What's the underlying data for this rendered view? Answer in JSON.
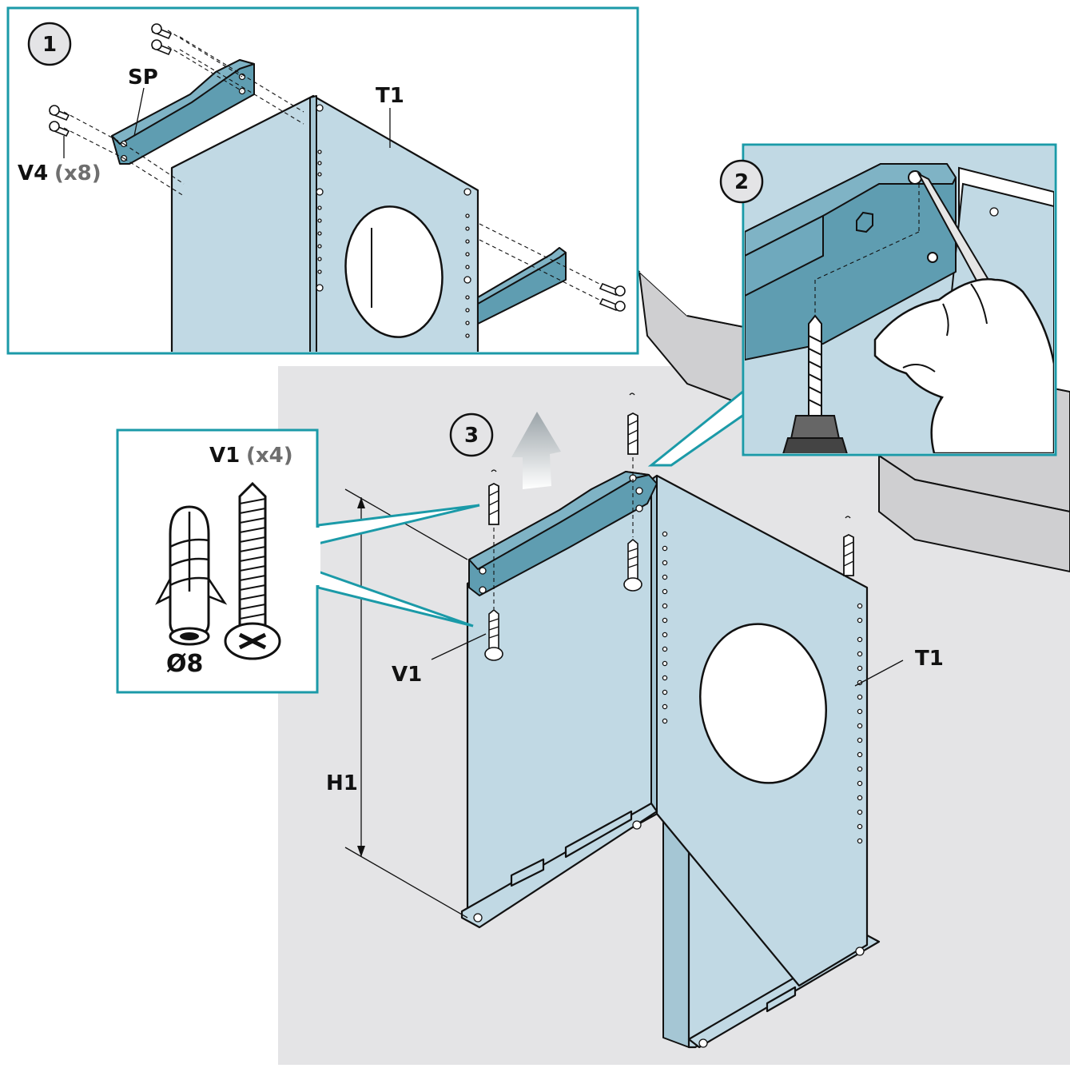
{
  "steps": {
    "step1": "1",
    "step2": "2",
    "step3": "3"
  },
  "labels": {
    "sp": "SP",
    "t1_top": "T1",
    "v4": "V4",
    "v4_qty": "(x8)",
    "v1_detail": "V1",
    "v1_qty": "(x4)",
    "diameter": "Ø8",
    "v1_main": "V1",
    "h1": "H1",
    "t1_main": "T1"
  },
  "colors": {
    "panel": "#c1d9e4",
    "bracket": "#5f9db1",
    "frame": "#1b9aa8",
    "wall": "#e4e4e6",
    "qty_text": "#6e6e6e"
  },
  "icons": {
    "arrow": "up-arrow-icon",
    "drill": "drill-icon",
    "pencil": "pencil-icon",
    "hand": "hand-icon"
  }
}
